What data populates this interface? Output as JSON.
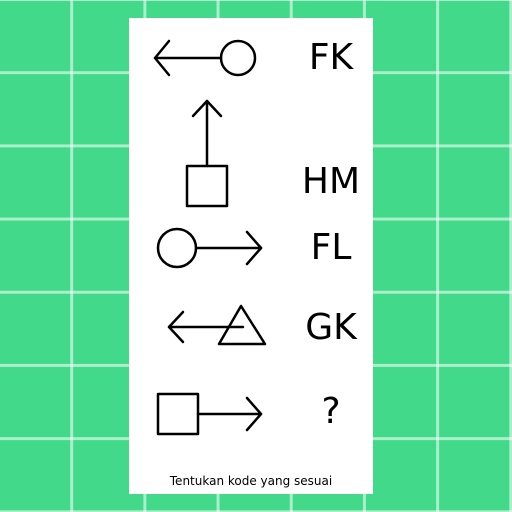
{
  "puzzle": {
    "rows": [
      {
        "symbol": "circle-left-arrow-icon",
        "code": "FK"
      },
      {
        "symbol": "square-up-arrow-icon",
        "code": "HM"
      },
      {
        "symbol": "circle-right-arrow-icon",
        "code": "FL"
      },
      {
        "symbol": "triangle-left-arrow-icon",
        "code": "GK"
      },
      {
        "symbol": "square-right-arrow-icon",
        "code": "?"
      }
    ],
    "caption": "Tentukan kode yang sesuai"
  }
}
